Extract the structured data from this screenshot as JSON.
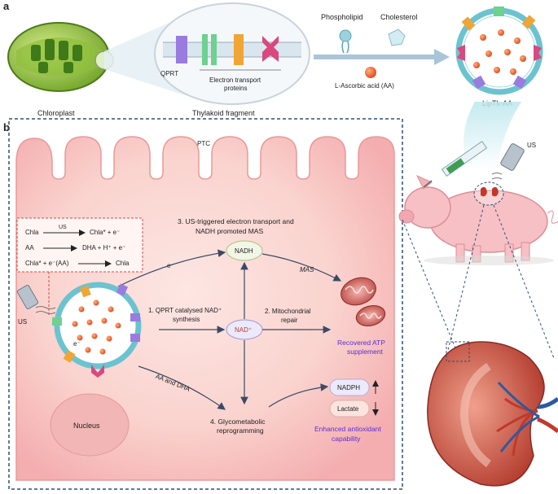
{
  "panel_a": {
    "label": "a",
    "chloroplast": "Chloroplast",
    "thylakoid": "Thylakoid fragment",
    "qprt": "QPRT",
    "etp_line1": "Electron transport",
    "etp_line2": "proteins",
    "phospholipid": "Phospholipid",
    "cholesterol": "Cholesterol",
    "aa": "L-Ascorbic acid (AA)",
    "liptk": "LipTk-AA"
  },
  "panel_b": {
    "label": "b",
    "ptc": "PTC",
    "us": "US",
    "us_pig": "US",
    "reactions": [
      {
        "left": "Chla",
        "over": "US",
        "right": "Chla* + e⁻"
      },
      {
        "left": "AA",
        "over": "",
        "right": "DHA + H⁺ + e⁻"
      },
      {
        "left": "Chla* + e⁻(AA)",
        "over": "",
        "right": "Chla"
      }
    ],
    "step3_line1": "3. US-triggered electron transport and",
    "step3_line2": "NADH promoted MAS",
    "nadh": "NADH",
    "nadp": "NAD⁺",
    "mas": "MAS",
    "e1": "e⁻",
    "e2": "e⁻",
    "step1_line1": "1. QPRT catalysed NAD⁺",
    "step1_line2": "synthesis",
    "step2_line1": "2. Mitochondrial",
    "step2_line2": "repair",
    "atp_line1": "Recovered ATP",
    "atp_line2": "supplement",
    "aa_dha": "AA and DHA",
    "nucleus": "Nucleus",
    "step4_line1": "4. Glycometabolic",
    "step4_line2": "reprogramming",
    "nadph": "NADPH",
    "lactate": "Lactate",
    "antiox_line1": "Enhanced antioxidant",
    "antiox_line2": "capability"
  },
  "colors": {
    "cell_fill": "#f9c9c4",
    "membrane": "#6cc3cf",
    "accent_blue": "#5a2fd1",
    "border": "#2e4f7a"
  }
}
